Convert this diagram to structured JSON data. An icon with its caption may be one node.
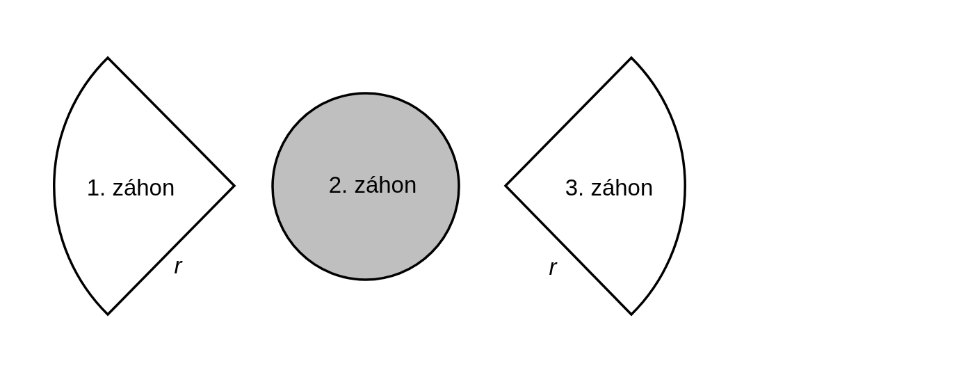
{
  "diagram": {
    "nodes": [
      {
        "text": [
          "1. záhon"
        ]
      },
      {
        "text": [
          "2. záhon"
        ]
      },
      {
        "text": [
          "3. záhon"
        ]
      }
    ],
    "labels": [
      "r",
      "r"
    ]
  }
}
